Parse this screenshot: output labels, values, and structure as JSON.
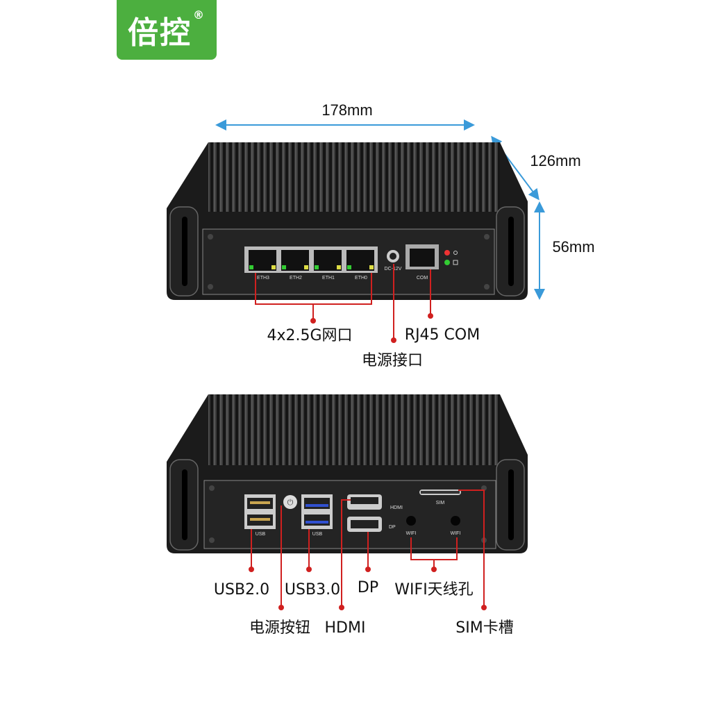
{
  "brand": {
    "name": "倍控",
    "mark": "®",
    "color": "#4caf3f"
  },
  "dimensions": {
    "width": "178mm",
    "depth": "126mm",
    "height": "56mm",
    "color": "#3a9ad9"
  },
  "front": {
    "ports": [
      "ETH3",
      "ETH2",
      "ETH1",
      "ETH0"
    ],
    "power_label": "DC-12V",
    "com_label": "COM",
    "callouts": {
      "lan": "4x2.5G网口",
      "power": "电源接口",
      "com": "RJ45 COM"
    }
  },
  "back": {
    "usb_left": "USB",
    "usb_right": "USB",
    "hdmi": "HDMI",
    "dp": "DP",
    "wifi1": "WIFI",
    "wifi2": "WIFI",
    "sim": "SIM",
    "callouts": {
      "usb2": "USB2.0",
      "usb3": "USB3.0",
      "dp": "DP",
      "wifi": "WIFI天线孔",
      "power_button": "电源按钮",
      "hdmi": "HDMI",
      "sim": "SIM卡槽"
    }
  },
  "callout_color": "#d0201f"
}
